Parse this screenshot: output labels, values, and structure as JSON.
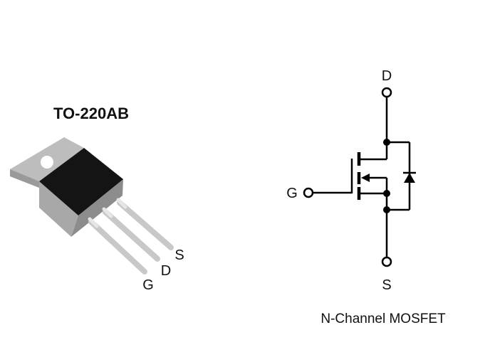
{
  "package": {
    "title": "TO-220AB",
    "pins": {
      "gate": "G",
      "drain": "D",
      "source": "S"
    }
  },
  "schematic": {
    "terminals": {
      "drain": "D",
      "gate": "G",
      "source": "S"
    },
    "caption": "N-Channel MOSFET"
  },
  "colors": {
    "line": "#000000",
    "tab": "#b8b8b8",
    "body": "#111111",
    "lead": "#c4c4c4"
  }
}
